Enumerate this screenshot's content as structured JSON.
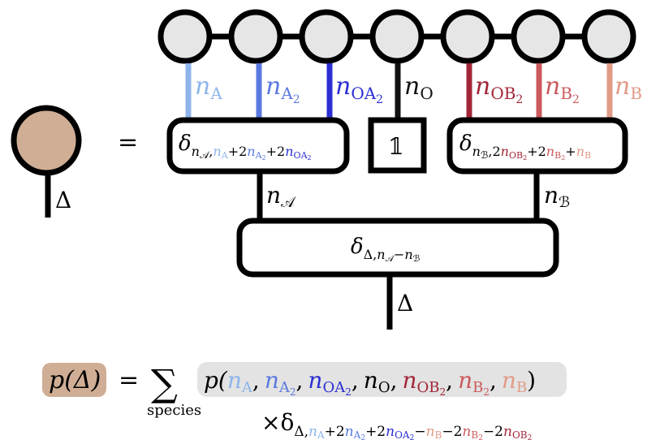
{
  "colors": {
    "nA": "#8db4ea",
    "nA2": "#5a79e0",
    "nOA2": "#2b2fd1",
    "nO": "#111111",
    "nOB2": "#a22638",
    "nB2": "#cc5a5d",
    "nB": "#e19a86",
    "left_circle_fill": "#cfae95",
    "node_fill": "#e6e6e6",
    "formula_bg": "#e3e3e3",
    "p_label_bg": "#cfae95"
  },
  "legs": {
    "nA": {
      "main": "n",
      "sub": "A"
    },
    "nA2": {
      "main": "n",
      "sub": "A",
      "subsub": "2"
    },
    "nOA2": {
      "main": "n",
      "sub": "OA",
      "subsub": "2"
    },
    "nO": {
      "main": "n",
      "sub": "O"
    },
    "nOB2": {
      "main": "n",
      "sub": "OB",
      "subsub": "2"
    },
    "nB2": {
      "main": "n",
      "sub": "B",
      "subsub": "2"
    },
    "nB": {
      "main": "n",
      "sub": "B"
    }
  },
  "left_tensor": {
    "leg_label": "Δ"
  },
  "equals": "=",
  "boxes": {
    "deltaA": {
      "delta": "δ",
      "sub_lead": "n",
      "sub_cal": "𝒜",
      "plus1": "+2",
      "plus2": "+2"
    },
    "one": {
      "label": "𝟙"
    },
    "deltaB": {
      "delta": "δ",
      "sub_lead": "n",
      "sub_cal": "ℬ",
      "two": ",2",
      "plus1": "+2",
      "plus2": "+"
    },
    "deltaTotal": {
      "delta": "δ",
      "sub": "Δ,",
      "n": "n",
      "cal_a": "𝒜",
      "minus": "−",
      "cal_b": "ℬ"
    }
  },
  "mid_labels": {
    "nA_cal": {
      "main": "n",
      "sub": "𝒜"
    },
    "nB_cal": {
      "main": "n",
      "sub": "ℬ"
    },
    "bottom_leg": "Δ"
  },
  "formula": {
    "p_label": "p(Δ)",
    "equals": "=",
    "sum": "∑",
    "sum_sub": "species",
    "p_open": "p(",
    "comma": ",",
    "close": ")",
    "times": "×δ",
    "delta_sub": "Δ,",
    "plus2": "+2",
    "minus": "−",
    "minus2": "−2"
  }
}
